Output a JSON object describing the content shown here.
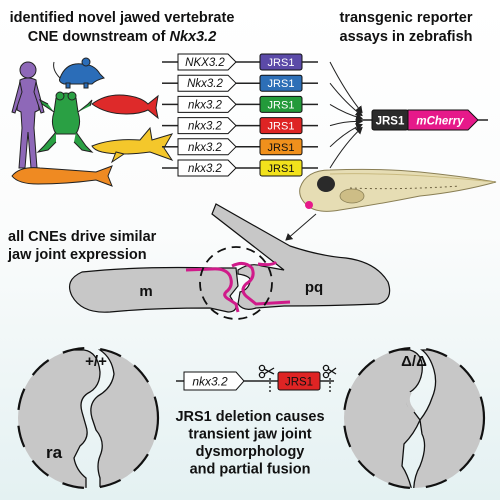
{
  "headline_left": {
    "line1": "identified novel jawed vertebrate",
    "line2_prefix": "CNE downstream of ",
    "line2_gene": "Nkx3.2"
  },
  "headline_right": {
    "line1": "transgenic reporter",
    "line2": "assays in zebrafish"
  },
  "cne_rows": [
    {
      "gene": "NKX3.2",
      "element": "JRS1",
      "color": "#5b4aa8"
    },
    {
      "gene": "Nkx3.2",
      "element": "JRS1",
      "color": "#2d6fb7"
    },
    {
      "gene": "nkx3.2",
      "element": "JRS1",
      "color": "#239a3a"
    },
    {
      "gene": "nkx3.2",
      "element": "JRS1",
      "color": "#de2424"
    },
    {
      "gene": "nkx3.2",
      "element": "JRS1",
      "color": "#f0901c"
    },
    {
      "gene": "nkx3.2",
      "element": "JRS1",
      "color": "#f2e21c"
    }
  ],
  "reporter": {
    "element": "JRS1",
    "gene": "mCherry",
    "element_color": "#2b2b2b",
    "gene_color": "#e6198a"
  },
  "jaw_panel": {
    "caption_line1": "all CNEs drive similar",
    "caption_line2": "jaw joint expression",
    "label_left": "m",
    "label_right": "pq"
  },
  "bottom": {
    "wt_label": "+/+",
    "mut_label": "Δ/Δ",
    "cartilage_label": "ra",
    "construct_gene": "nkx3.2",
    "construct_element": "JRS1",
    "caption": [
      "JRS1 deletion causes",
      "transient jaw joint",
      "dysmorphology",
      "and partial fusion"
    ]
  },
  "colors": {
    "cartilage": "#c7c7c7",
    "expression": "#d01a8a",
    "outline": "#111111"
  },
  "organisms": [
    {
      "name": "human",
      "color": "#8e68b8"
    },
    {
      "name": "mouse",
      "color": "#2b6db8"
    },
    {
      "name": "frog",
      "color": "#2aa044"
    },
    {
      "name": "zebrafish",
      "color": "#de2a2a"
    },
    {
      "name": "shark",
      "color": "#f4c72b"
    },
    {
      "name": "gar",
      "color": "#ef8a22"
    }
  ]
}
